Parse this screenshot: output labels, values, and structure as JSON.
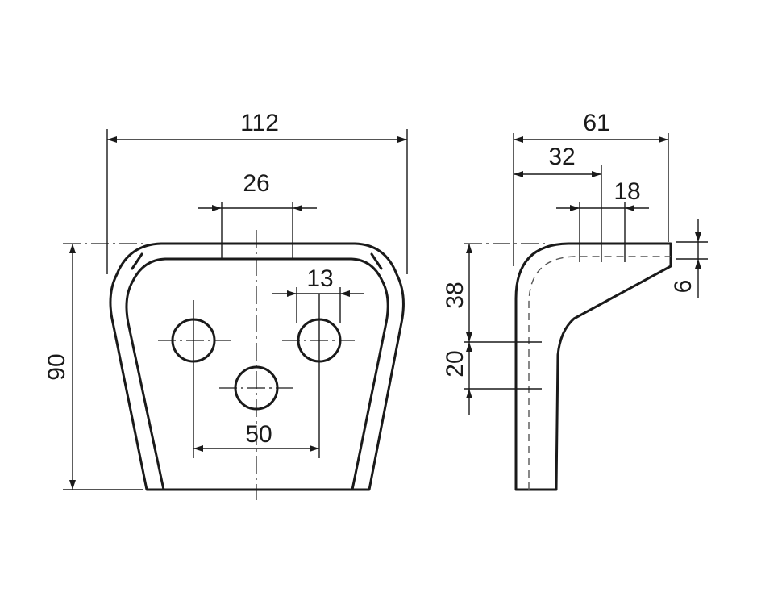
{
  "front_view": {
    "dimensions": {
      "overall_width": "112",
      "top_hole_spacing": "26",
      "hole_offset": "13",
      "bottom_hole_spacing": "50",
      "overall_height": "90"
    }
  },
  "side_view": {
    "dimensions": {
      "overall_depth": "61",
      "depth_to_bend": "32",
      "flange_offset": "18",
      "flange_thickness": "6",
      "upper_height": "38",
      "slot_height": "20"
    }
  }
}
